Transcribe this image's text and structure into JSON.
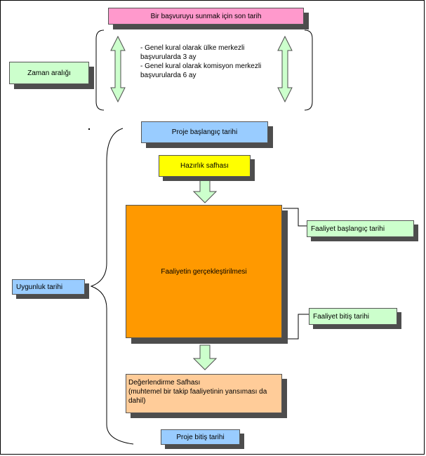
{
  "boxes": {
    "deadline": "Bir başvuruyu sunmak için son tarih",
    "time_range": "Zaman aralığı",
    "project_start": "Proje başlangıç tarihi",
    "preparation": "Hazırlık safhası",
    "implementation": "Faaliyetin gerçekleştirilmesi",
    "activity_start": "Faaliyet başlangıç tarihi",
    "activity_end": "Faaliyet bitiş tarihi",
    "eligibility": "Uygunluk tarihi",
    "evaluation_title": "Değerlendirme Safhası",
    "evaluation_note": "(muhtemel bir takip faaliyetinin yansıması da dahil)",
    "project_end": "Proje bitiş tarihi"
  },
  "note": {
    "line1": "- Genel kural olarak ülke merkezli",
    "line2": "başvurularda 3 ay",
    "line3": "- Genel kural olarak komisyon merkezli",
    "line4": "başvurularda 6 ay"
  },
  "colors": {
    "deadline": "#ff99cc",
    "green": "#ccffcc",
    "blue": "#99ccff",
    "yellow": "#ffff00",
    "orange": "#ff9900",
    "peach": "#ffcc99"
  }
}
